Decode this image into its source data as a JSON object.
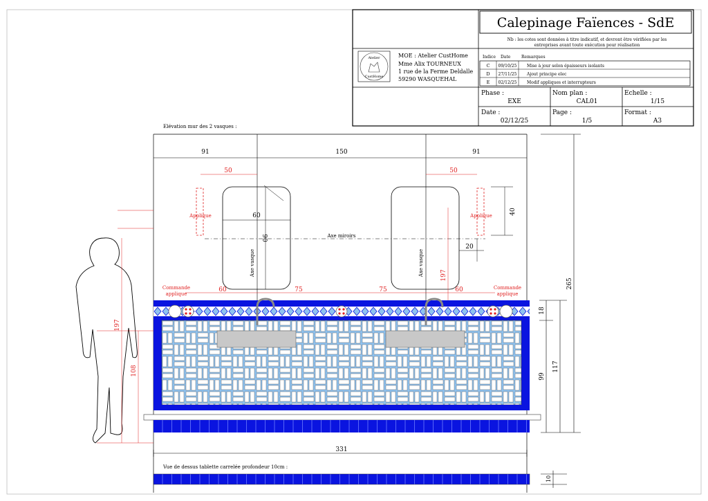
{
  "title_block": {
    "title": "Calepinage Faïences - SdE",
    "note_line1": "Nb : les cotes sont données à titre indicatif, et devront être vérifiées par les",
    "note_line2": "entreprises avant toute exécution pour réalisation",
    "logo_text_top": "Atelier",
    "logo_text_bottom": "CustHome",
    "moe_lines": [
      "MOE : Atelier CustHome",
      "Mme Alix TOURNEUX",
      "1 rue de la Ferme Deldalle",
      "59290 WASQUEHAL"
    ],
    "revisions_header": {
      "indice": "Indice",
      "date": "Date",
      "remarques": "Remarques"
    },
    "revisions": [
      {
        "indice": "C",
        "date": "09/10/25",
        "remarque": "Mise à jour selon épaisseurs isolants"
      },
      {
        "indice": "D",
        "date": "27/11/25",
        "remarque": "Ajout principe elec"
      },
      {
        "indice": "E",
        "date": "02/12/25",
        "remarque": "Modif appliques et interrupteurs"
      }
    ],
    "phase_label": "Phase :",
    "phase_value": "EXE",
    "plan_label": "Nom plan :",
    "plan_value": "CAL01",
    "echelle_label": "Echelle :",
    "echelle_value": "1/15",
    "date_label": "Date :",
    "date_value": "02/12/25",
    "page_label": "Page :",
    "page_value": "1/5",
    "format_label": "Format :",
    "format_value": "A3"
  },
  "drawing": {
    "elevation_title": "Elévation mur des 2 vasques :",
    "top_view_title": "Vue de dessus tablette carrelée profondeur 10cm :",
    "axis_mirrors": "Axe miroirs",
    "axis_basin_left": "Axe vasque",
    "axis_basin_right": "Axe vasque",
    "applique_left": "Applique",
    "applique_right": "Applique",
    "commande_line1": "Commande",
    "commande_line2": "applique",
    "dims": {
      "top_left": "91",
      "top_mid": "150",
      "top_right": "91",
      "app_left": "50",
      "app_right": "50",
      "mirror_width": "60",
      "mirror_height": "90",
      "mirror_offset": "40",
      "mirror_gap": "20",
      "red_60_left": "60",
      "red_75_left": "75",
      "red_75_right": "75",
      "red_60_right": "60",
      "red_197_right": "197",
      "total_height": "265",
      "band": "18",
      "tiled_height": "117",
      "counter_height": "99",
      "person_197": "197",
      "person_108": "108",
      "total_width": "331",
      "top_view_depth": "10"
    }
  },
  "colors": {
    "tile_blue": "#0a14e0",
    "tile_light_blue": "#8fc3f0",
    "dim_red": "#e02020",
    "basin_grey": "#c8c8c8"
  }
}
